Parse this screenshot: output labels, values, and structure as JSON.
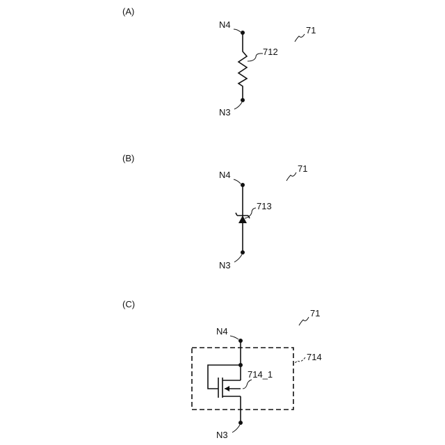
{
  "panels": [
    {
      "panel_label": "(A)",
      "node_top": "N4",
      "node_bottom": "N3",
      "component_ref": "712",
      "circuit_ref": "71"
    },
    {
      "panel_label": "(B)",
      "node_top": "N4",
      "node_bottom": "N3",
      "component_ref": "713",
      "circuit_ref": "71"
    },
    {
      "panel_label": "(C)",
      "node_top": "N4",
      "node_bottom": "N3",
      "box_ref": "714",
      "component_ref": "714_1",
      "circuit_ref": "71"
    }
  ],
  "colors": {
    "line": "#111111",
    "background": "#ffffff"
  }
}
